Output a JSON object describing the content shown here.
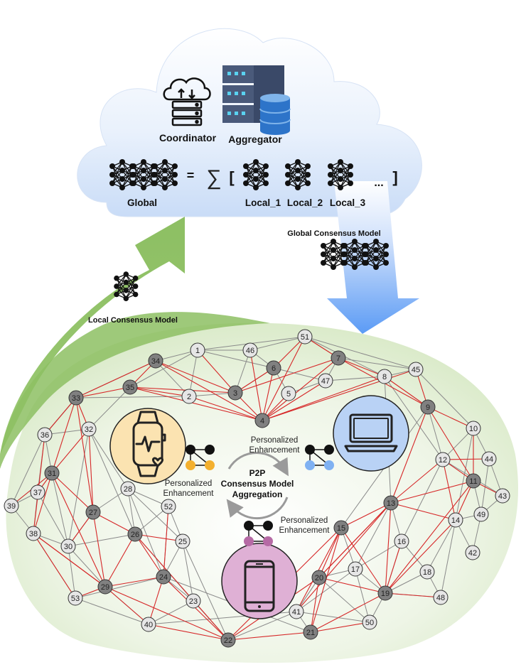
{
  "cloud": {
    "coordinator_label": "Coordinator",
    "aggregator_label": "Aggregator",
    "equals_sign": "=",
    "sum_symbol": "∑",
    "bracket_open": "[",
    "bracket_close": "]",
    "ellipsis": "...",
    "global_label": "Global",
    "local_labels": [
      "Local_1",
      "Local_2",
      "Local_3"
    ]
  },
  "arrows": {
    "global_consensus_label": "Global Consensus Model",
    "local_consensus_label": "Local Consensus Model",
    "down_arrow_color": "#5b9bf5",
    "up_arrow_color": "#8dbf63"
  },
  "center": {
    "title_lines": [
      "P2P",
      "Consensus Model",
      "Aggregation"
    ],
    "enhancement_lines": [
      "Personalized",
      "Enhancement"
    ]
  },
  "devices": [
    {
      "name": "smartwatch",
      "color": "#fbe3b1",
      "dot_color": "#f3b02e"
    },
    {
      "name": "laptop",
      "color": "#b9d2f5",
      "dot_color": "#7fb1f2"
    },
    {
      "name": "smartphone",
      "color": "#dfb0d5",
      "dot_color": "#b66aa5"
    }
  ],
  "colors": {
    "red_edge": "#d62728",
    "gray_edge": "#8a8a8a",
    "dark_node": "#808080",
    "light_node": "#e6e6e6"
  },
  "nodes": [
    {
      "id": 1,
      "dark": false
    },
    {
      "id": 2,
      "dark": false
    },
    {
      "id": 3,
      "dark": true
    },
    {
      "id": 4,
      "dark": true
    },
    {
      "id": 5,
      "dark": false
    },
    {
      "id": 6,
      "dark": true
    },
    {
      "id": 7,
      "dark": true
    },
    {
      "id": 8,
      "dark": false
    },
    {
      "id": 9,
      "dark": true
    },
    {
      "id": 10,
      "dark": false
    },
    {
      "id": 11,
      "dark": true
    },
    {
      "id": 12,
      "dark": false
    },
    {
      "id": 13,
      "dark": true
    },
    {
      "id": 14,
      "dark": false
    },
    {
      "id": 15,
      "dark": true
    },
    {
      "id": 16,
      "dark": false
    },
    {
      "id": 17,
      "dark": false
    },
    {
      "id": 18,
      "dark": false
    },
    {
      "id": 19,
      "dark": true
    },
    {
      "id": 20,
      "dark": true
    },
    {
      "id": 21,
      "dark": true
    },
    {
      "id": 22,
      "dark": true
    },
    {
      "id": 23,
      "dark": false
    },
    {
      "id": 24,
      "dark": true
    },
    {
      "id": 25,
      "dark": false
    },
    {
      "id": 26,
      "dark": true
    },
    {
      "id": 27,
      "dark": true
    },
    {
      "id": 28,
      "dark": false
    },
    {
      "id": 29,
      "dark": true
    },
    {
      "id": 30,
      "dark": false
    },
    {
      "id": 31,
      "dark": true
    },
    {
      "id": 32,
      "dark": false
    },
    {
      "id": 33,
      "dark": true
    },
    {
      "id": 34,
      "dark": true
    },
    {
      "id": 35,
      "dark": true
    },
    {
      "id": 36,
      "dark": false
    },
    {
      "id": 37,
      "dark": false
    },
    {
      "id": 38,
      "dark": false
    },
    {
      "id": 39,
      "dark": false
    },
    {
      "id": 40,
      "dark": false
    },
    {
      "id": 41,
      "dark": false
    },
    {
      "id": 42,
      "dark": false
    },
    {
      "id": 43,
      "dark": false
    },
    {
      "id": 44,
      "dark": false
    },
    {
      "id": 45,
      "dark": false
    },
    {
      "id": 46,
      "dark": false
    },
    {
      "id": 47,
      "dark": false
    },
    {
      "id": 48,
      "dark": false
    },
    {
      "id": 49,
      "dark": false
    },
    {
      "id": 50,
      "dark": false
    },
    {
      "id": 51,
      "dark": false
    },
    {
      "id": 52,
      "dark": false
    },
    {
      "id": 53,
      "dark": false
    }
  ],
  "red_edges": [
    [
      34,
      33
    ],
    [
      34,
      3
    ],
    [
      34,
      4
    ],
    [
      34,
      35
    ],
    [
      35,
      3
    ],
    [
      35,
      4
    ],
    [
      35,
      2
    ],
    [
      33,
      35
    ],
    [
      33,
      31
    ],
    [
      33,
      32
    ],
    [
      33,
      36
    ],
    [
      33,
      27
    ],
    [
      51,
      6
    ],
    [
      51,
      7
    ],
    [
      51,
      4
    ],
    [
      7,
      4
    ],
    [
      7,
      3
    ],
    [
      7,
      8
    ],
    [
      7,
      9
    ],
    [
      6,
      4
    ],
    [
      46,
      4
    ],
    [
      1,
      3
    ],
    [
      3,
      4
    ],
    [
      4,
      47
    ],
    [
      4,
      8
    ],
    [
      4,
      45
    ],
    [
      2,
      4
    ],
    [
      9,
      13
    ],
    [
      9,
      10
    ],
    [
      9,
      11
    ],
    [
      11,
      13
    ],
    [
      11,
      12
    ],
    [
      11,
      14
    ],
    [
      11,
      19
    ],
    [
      13,
      12
    ],
    [
      13,
      20
    ],
    [
      13,
      15
    ],
    [
      15,
      20
    ],
    [
      15,
      21
    ],
    [
      15,
      22
    ],
    [
      19,
      20
    ],
    [
      19,
      14
    ],
    [
      19,
      16
    ],
    [
      19,
      48
    ],
    [
      20,
      21
    ],
    [
      20,
      22
    ],
    [
      21,
      22
    ],
    [
      21,
      50
    ],
    [
      22,
      29
    ],
    [
      22,
      24
    ],
    [
      22,
      26
    ],
    [
      24,
      29
    ],
    [
      24,
      26
    ],
    [
      26,
      27
    ],
    [
      26,
      29
    ],
    [
      27,
      31
    ],
    [
      27,
      29
    ],
    [
      29,
      31
    ],
    [
      29,
      38
    ],
    [
      29,
      53
    ],
    [
      29,
      40
    ],
    [
      31,
      32
    ],
    [
      31,
      38
    ],
    [
      31,
      39
    ],
    [
      38,
      29
    ],
    [
      24,
      52
    ],
    [
      45,
      9
    ],
    [
      12,
      44
    ],
    [
      14,
      13
    ],
    [
      41,
      15
    ],
    [
      41,
      13
    ],
    [
      8,
      9
    ],
    [
      13,
      19
    ],
    [
      15,
      19
    ],
    [
      20,
      13
    ],
    [
      32,
      27
    ],
    [
      26,
      25
    ],
    [
      24,
      40
    ],
    [
      22,
      40
    ],
    [
      4,
      5
    ],
    [
      10,
      11
    ],
    [
      43,
      11
    ],
    [
      21,
      19
    ],
    [
      12,
      14
    ],
    [
      27,
      30
    ],
    [
      38,
      53
    ],
    [
      37,
      31
    ],
    [
      36,
      38
    ],
    [
      3,
      6
    ]
  ],
  "gray_edges": [
    [
      1,
      34
    ],
    [
      1,
      46
    ],
    [
      1,
      51
    ],
    [
      1,
      2
    ],
    [
      1,
      6
    ],
    [
      46,
      51
    ],
    [
      46,
      6
    ],
    [
      46,
      3
    ],
    [
      51,
      45
    ],
    [
      51,
      8
    ],
    [
      7,
      45
    ],
    [
      7,
      47
    ],
    [
      8,
      45
    ],
    [
      6,
      5
    ],
    [
      6,
      3
    ],
    [
      47,
      5
    ],
    [
      47,
      8
    ],
    [
      2,
      3
    ],
    [
      35,
      1
    ],
    [
      35,
      32
    ],
    [
      34,
      2
    ],
    [
      33,
      2
    ],
    [
      33,
      36
    ],
    [
      36,
      32
    ],
    [
      36,
      31
    ],
    [
      36,
      37
    ],
    [
      36,
      39
    ],
    [
      32,
      28
    ],
    [
      32,
      30
    ],
    [
      32,
      26
    ],
    [
      31,
      30
    ],
    [
      37,
      38
    ],
    [
      37,
      39
    ],
    [
      37,
      30
    ],
    [
      39,
      38
    ],
    [
      38,
      30
    ],
    [
      38,
      53
    ],
    [
      30,
      53
    ],
    [
      30,
      27
    ],
    [
      30,
      26
    ],
    [
      53,
      40
    ],
    [
      53,
      24
    ],
    [
      28,
      26
    ],
    [
      28,
      52
    ],
    [
      28,
      25
    ],
    [
      52,
      25
    ],
    [
      52,
      26
    ],
    [
      25,
      24
    ],
    [
      25,
      23
    ],
    [
      25,
      22
    ],
    [
      23,
      24
    ],
    [
      23,
      22
    ],
    [
      23,
      40
    ],
    [
      40,
      41
    ],
    [
      41,
      21
    ],
    [
      41,
      50
    ],
    [
      41,
      20
    ],
    [
      50,
      17
    ],
    [
      50,
      19
    ],
    [
      17,
      20
    ],
    [
      17,
      16
    ],
    [
      17,
      13
    ],
    [
      16,
      13
    ],
    [
      16,
      18
    ],
    [
      18,
      48
    ],
    [
      18,
      14
    ],
    [
      48,
      14
    ],
    [
      48,
      19
    ],
    [
      42,
      14
    ],
    [
      42,
      49
    ],
    [
      49,
      43
    ],
    [
      49,
      44
    ],
    [
      49,
      14
    ],
    [
      43,
      44
    ],
    [
      44,
      10
    ],
    [
      10,
      12
    ],
    [
      12,
      16
    ],
    [
      12,
      9
    ],
    [
      14,
      10
    ],
    [
      45,
      10
    ],
    [
      8,
      13
    ],
    [
      8,
      12
    ],
    [
      41,
      17
    ],
    [
      41,
      20
    ],
    [
      15,
      17
    ],
    [
      20,
      50
    ],
    [
      29,
      30
    ],
    [
      27,
      28
    ],
    [
      24,
      28
    ],
    [
      31,
      39
    ],
    [
      36,
      33
    ],
    [
      33,
      34
    ],
    [
      51,
      7
    ],
    [
      47,
      6
    ]
  ],
  "network_edges": [
    [
      9,
      15
    ],
    [
      11,
      49
    ],
    [
      12,
      43
    ],
    [
      16,
      19
    ],
    [
      17,
      19
    ],
    [
      18,
      19
    ],
    [
      26,
      23
    ],
    [
      22,
      41
    ],
    [
      40,
      29
    ],
    [
      52,
      24
    ],
    [
      24,
      21
    ]
  ]
}
